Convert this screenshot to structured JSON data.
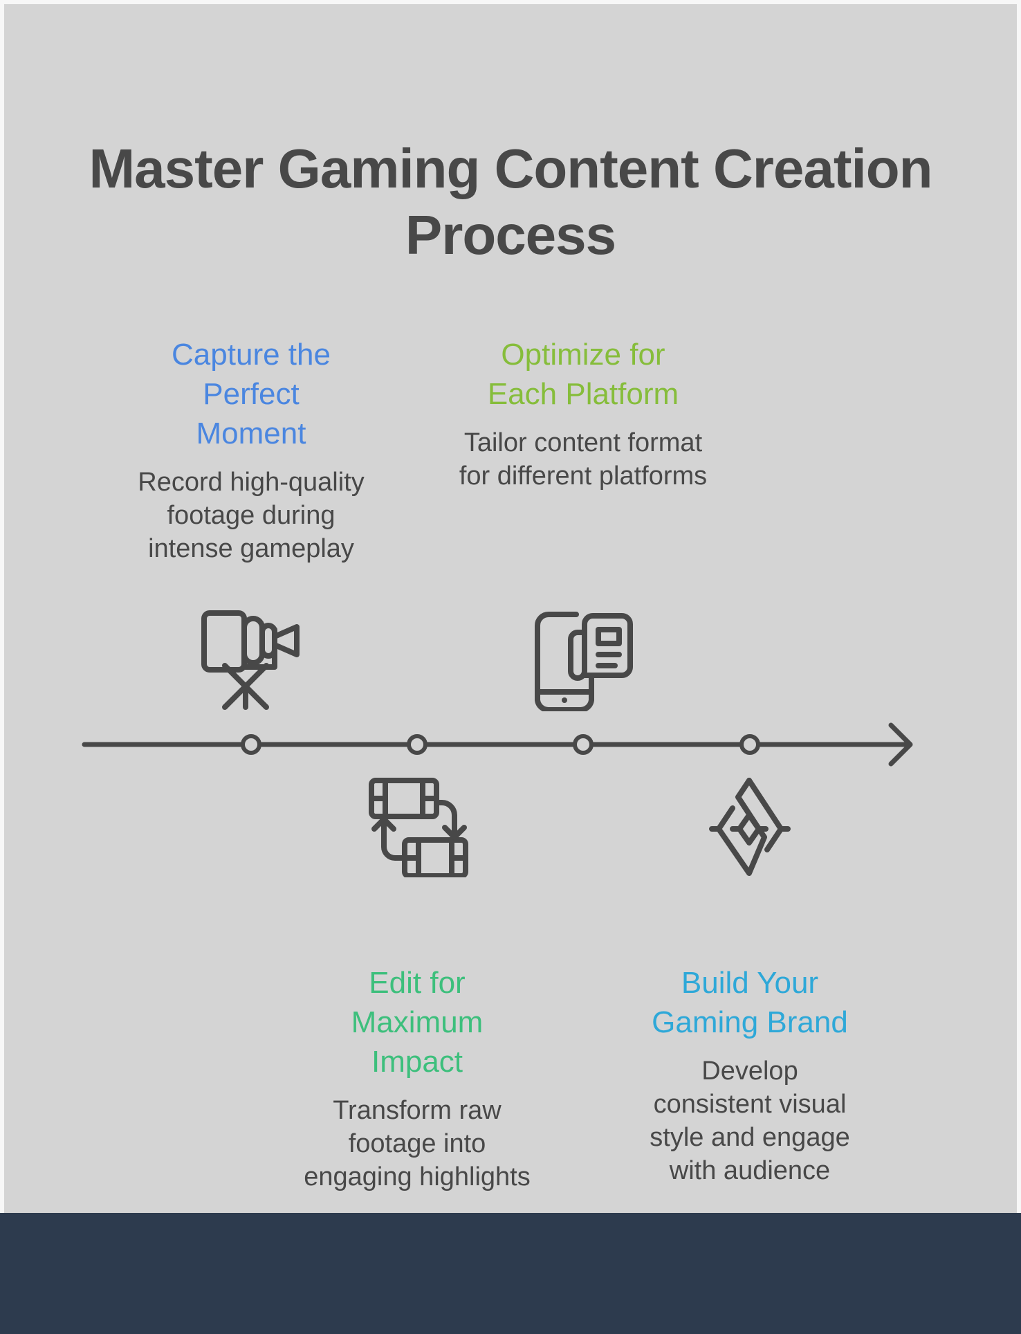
{
  "title": "Master Gaming Content Creation Process",
  "colors": {
    "background": "#d4d4d4",
    "ink": "#484848",
    "footer": "#2d3b4e"
  },
  "steps": [
    {
      "heading": "Capture the Perfect Moment",
      "description": "Record high-quality footage during intense gameplay",
      "color": "#4a86e0",
      "icon": "video-camera-tripod-icon",
      "position": "above"
    },
    {
      "heading": "Edit for Maximum Impact",
      "description": "Transform raw footage into engaging highlights",
      "color": "#3dbf7c",
      "icon": "film-swap-icon",
      "position": "below"
    },
    {
      "heading": "Optimize for Each Platform",
      "description": "Tailor content format for different platforms",
      "color": "#86bd3b",
      "icon": "phone-newspaper-icon",
      "position": "above"
    },
    {
      "heading": "Build Your Gaming Brand",
      "description": "Develop consistent visual style and engage with audience",
      "color": "#2ea8d8",
      "icon": "brand-diamond-icon",
      "position": "below"
    }
  ]
}
